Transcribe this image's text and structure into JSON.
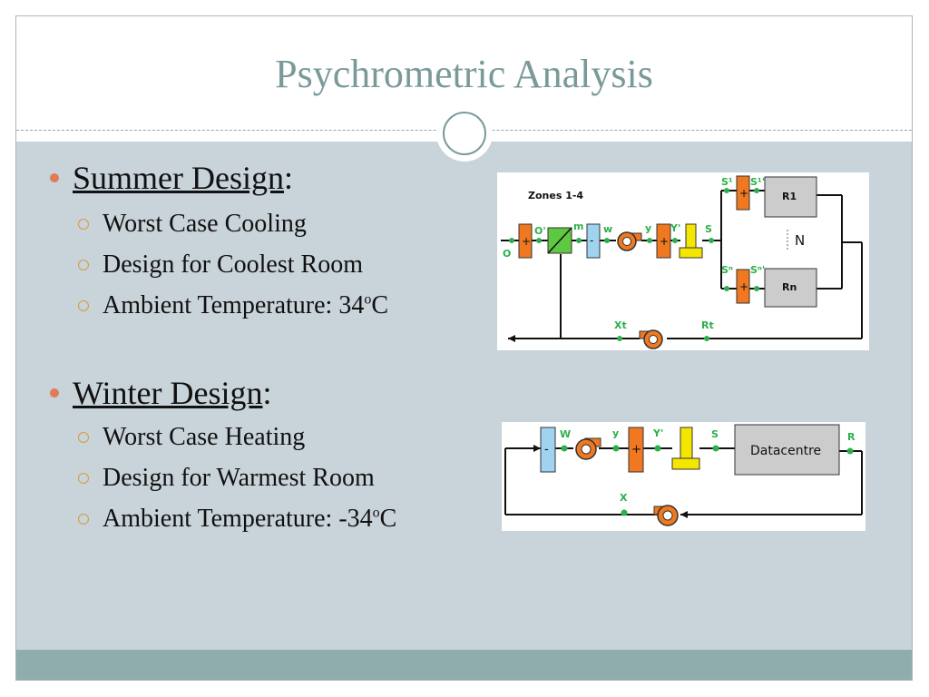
{
  "title": "Psychrometric Analysis",
  "summer": {
    "heading": "Summer Design",
    "colon": ":",
    "items": [
      "Worst Case Cooling",
      "Design for Coolest Room",
      "Ambient Temperature: 34"
    ],
    "temp_unit_sup": "o",
    "temp_unit": "C"
  },
  "winter": {
    "heading": "Winter Design",
    "colon": ":",
    "items": [
      "Worst Case Heating",
      "Design for Warmest Room",
      "Ambient Temperature: -34"
    ],
    "temp_unit_sup": "o",
    "temp_unit": "C"
  },
  "diagram_summer": {
    "zones_label": "Zones 1-4",
    "room_1": "R1",
    "room_n": "Rn",
    "n_label": "N",
    "labels": {
      "o": "O",
      "o_prime": "O'",
      "m": "m",
      "w": "w",
      "y": "y",
      "y_prime": "Y'",
      "s": "S",
      "s1": "S¹",
      "s1_prime": "S¹'",
      "sn": "Sⁿ",
      "sn_prime": "Sⁿ'",
      "xt": "Xt",
      "rt": "Rt"
    }
  },
  "diagram_winter": {
    "datacentre_label": "Datacentre",
    "labels": {
      "w": "W",
      "y": "y",
      "y_prime": "Y'",
      "s": "S",
      "r": "R",
      "x": "X"
    }
  },
  "colors": {
    "title": "#7a9a9a",
    "body_bg": "#c8d3da",
    "footer_bg": "#8fadac",
    "heater": "#f07820",
    "cooler": "#9fd3ef",
    "mixer": "#5ec842",
    "humidifier": "#f5e600",
    "room": "#cccccc",
    "point": "#2bb04a",
    "bullet": "#e27a5a"
  }
}
